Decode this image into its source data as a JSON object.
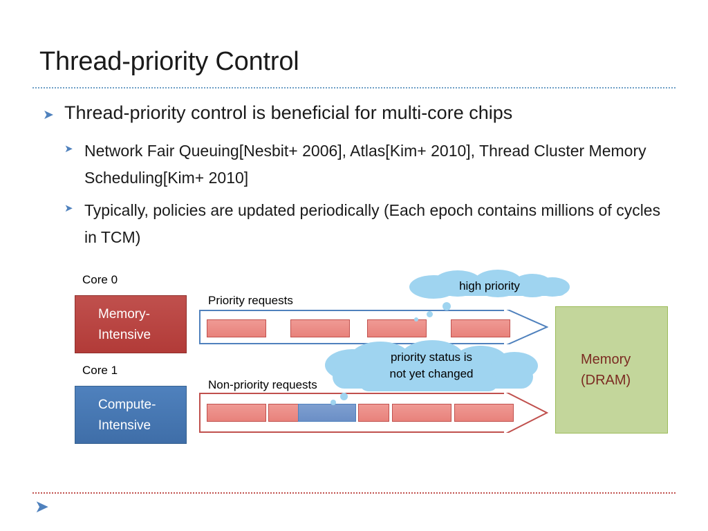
{
  "slide": {
    "title": "Thread-priority Control",
    "bullets": {
      "level1": "Thread-priority control is beneficial for multi-core chips",
      "level2": [
        "Network Fair Queuing[Nesbit+ 2006], Atlas[Kim+ 2010], Thread Cluster Memory Scheduling[Kim+ 2010]",
        "Typically, policies are updated periodically (Each epoch contains millions of cycles in TCM)"
      ]
    },
    "diagram": {
      "core0_label": "Core 0",
      "core1_label": "Core 1",
      "core0_box_line1": "Memory-",
      "core0_box_line2": "Intensive",
      "core1_box_line1": "Compute-",
      "core1_box_line2": "Intensive",
      "priority_requests_label": "Priority requests",
      "nonpriority_requests_label": "Non-priority requests",
      "memory_line1": "Memory",
      "memory_line2": "(DRAM)",
      "callout_high_priority": "high priority",
      "callout_status_line1": "priority status is",
      "callout_status_line2": "not yet changed"
    },
    "colors": {
      "title_rule": "#6c9ec6",
      "footer_rule": "#c0504d",
      "memory_intensive": "#c0504d",
      "compute_intensive": "#4f81bd",
      "dram": "#c3d69b",
      "dram_text": "#7b2b22",
      "cloud": "#9fd4f0",
      "bullet_marker": "#4f81bd"
    }
  }
}
